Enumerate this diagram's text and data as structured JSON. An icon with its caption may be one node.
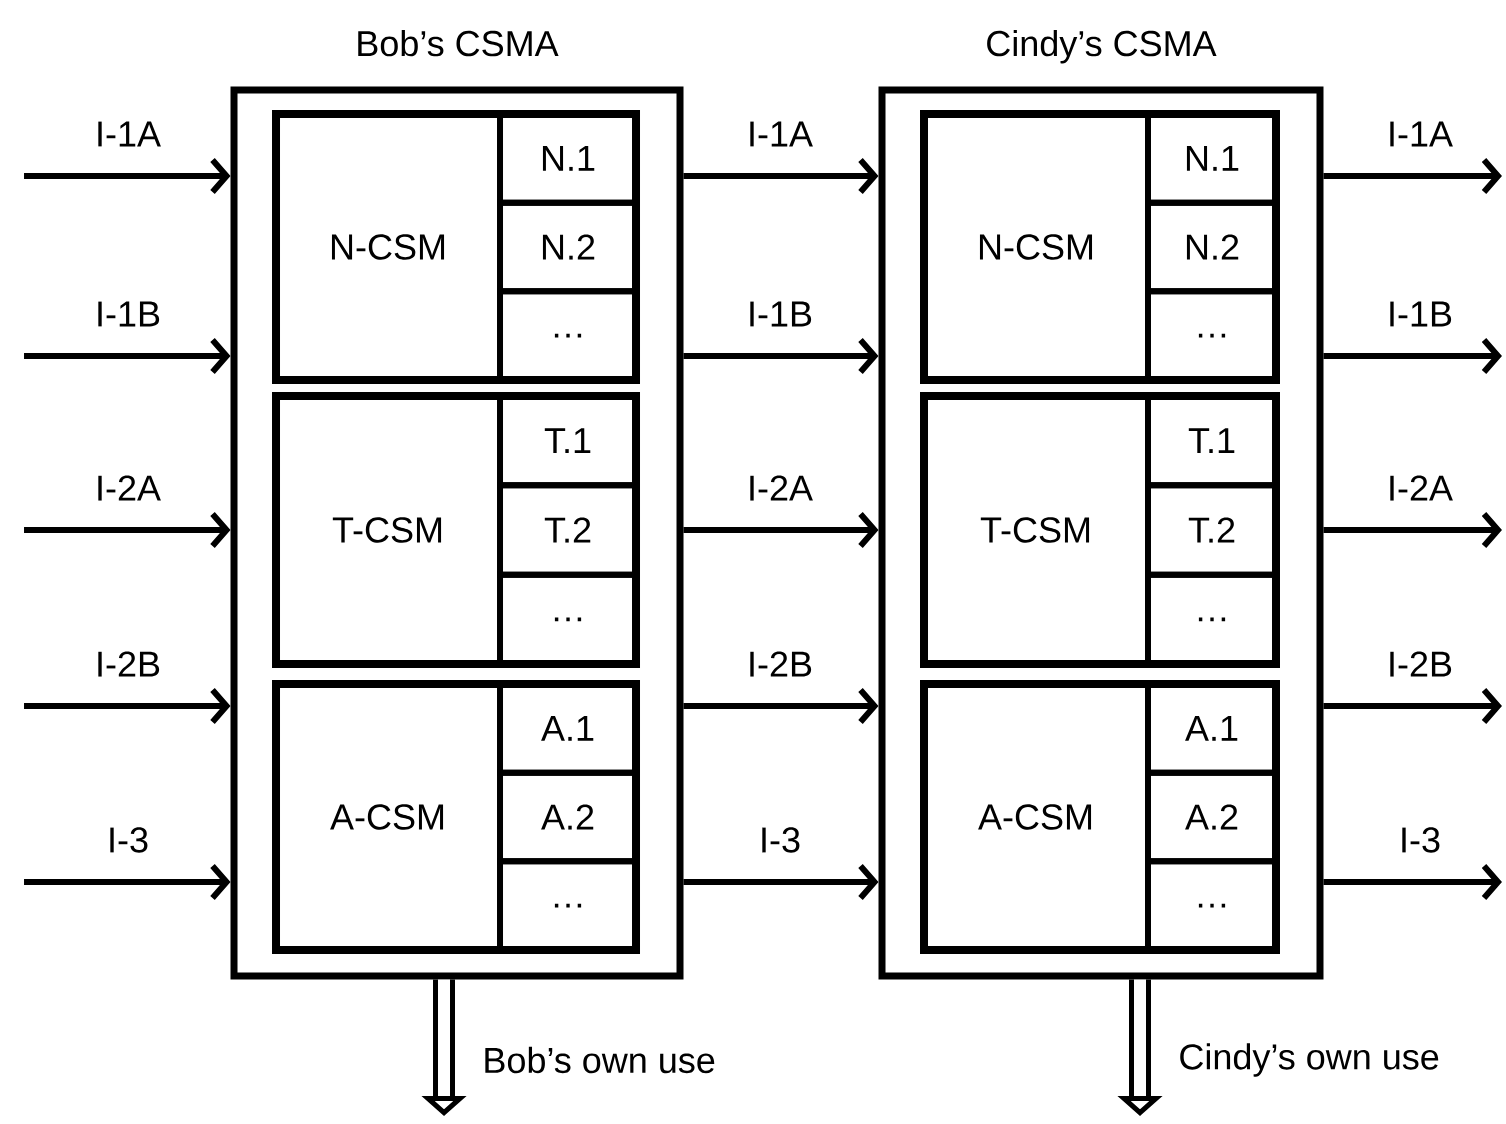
{
  "diagram": {
    "nodes": [
      {
        "text": [
          "Bob’s CSMA"
        ]
      },
      {
        "text": [
          "N-CSM"
        ],
        "in": 0
      },
      {
        "text": [
          "N.1"
        ],
        "in": 1
      },
      {
        "text": [
          "N.2"
        ],
        "in": 1
      },
      {
        "text": [
          "…"
        ],
        "in": 1
      },
      {
        "text": [
          "T-CSM"
        ],
        "in": 0
      },
      {
        "text": [
          "T.1"
        ],
        "in": 5
      },
      {
        "text": [
          "T.2"
        ],
        "in": 5
      },
      {
        "text": [
          "…"
        ],
        "in": 5
      },
      {
        "text": [
          "A-CSM"
        ],
        "in": 0
      },
      {
        "text": [
          "A.1"
        ],
        "in": 9
      },
      {
        "text": [
          "A.2"
        ],
        "in": 9
      },
      {
        "text": [
          "…"
        ],
        "in": 9
      },
      {
        "text": [
          "Cindy’s CSMA"
        ]
      },
      {
        "text": [
          "N-CSM"
        ],
        "in": 13
      },
      {
        "text": [
          "N.1"
        ],
        "in": 14
      },
      {
        "text": [
          "N.2"
        ],
        "in": 14
      },
      {
        "text": [
          "…"
        ],
        "in": 14
      },
      {
        "text": [
          "T-CSM"
        ],
        "in": 13
      },
      {
        "text": [
          "T.1"
        ],
        "in": 18
      },
      {
        "text": [
          "T.2"
        ],
        "in": 18
      },
      {
        "text": [
          "…"
        ],
        "in": 18
      },
      {
        "text": [
          "A-CSM"
        ],
        "in": 13
      },
      {
        "text": [
          "A.1"
        ],
        "in": 22
      },
      {
        "text": [
          "A.2"
        ],
        "in": 22
      },
      {
        "text": [
          "…"
        ],
        "in": 22
      }
    ],
    "edges": [
      {
        "from": null,
        "to": 0,
        "arrow": "to",
        "label": "I-1A"
      },
      {
        "from": null,
        "to": 0,
        "arrow": "to",
        "label": "I-1B"
      },
      {
        "from": null,
        "to": 0,
        "arrow": "to",
        "label": "I-2A"
      },
      {
        "from": null,
        "to": 0,
        "arrow": "to",
        "label": "I-2B"
      },
      {
        "from": null,
        "to": 0,
        "arrow": "to",
        "label": "I-3"
      },
      {
        "from": 0,
        "to": 13,
        "arrow": "to",
        "label": "I-1A"
      },
      {
        "from": 0,
        "to": 13,
        "arrow": "to",
        "label": "I-1B"
      },
      {
        "from": 0,
        "to": 13,
        "arrow": "to",
        "label": "I-2A"
      },
      {
        "from": 0,
        "to": 13,
        "arrow": "to",
        "label": "I-2B"
      },
      {
        "from": 0,
        "to": 13,
        "arrow": "to",
        "label": "I-3"
      },
      {
        "from": 13,
        "to": null,
        "arrow": "to",
        "label": "I-1A"
      },
      {
        "from": 13,
        "to": null,
        "arrow": "to",
        "label": "I-1B"
      },
      {
        "from": 13,
        "to": null,
        "arrow": "to",
        "label": "I-2A"
      },
      {
        "from": 13,
        "to": null,
        "arrow": "to",
        "label": "I-2B"
      },
      {
        "from": 13,
        "to": null,
        "arrow": "to",
        "label": "I-3"
      },
      {
        "from": 0,
        "to": null,
        "arrow": "to",
        "label": "Bob’s own use",
        "style": "thick"
      },
      {
        "from": 13,
        "to": null,
        "arrow": "to",
        "label": "Cindy’s own use",
        "style": "thick"
      }
    ]
  }
}
